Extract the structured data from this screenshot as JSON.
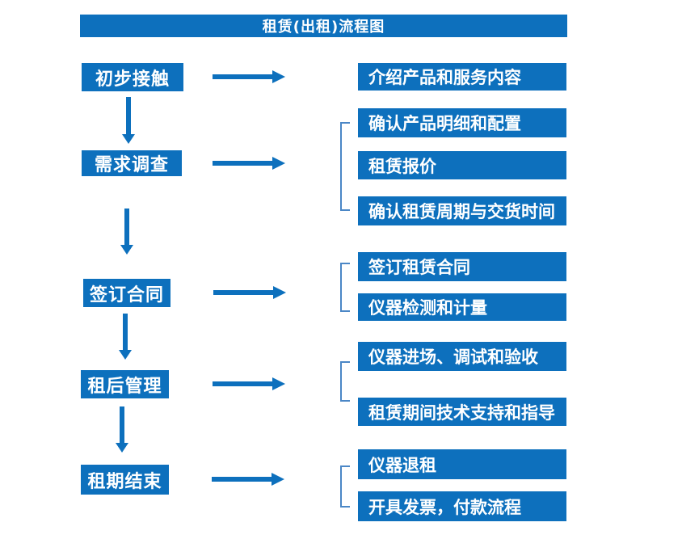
{
  "title": "租赁(出租)流程图",
  "colors": {
    "primary": "#0d70bd",
    "bracket": "#4b87c6",
    "text_on_primary": "#ffffff"
  },
  "steps": [
    {
      "label": "初步接触",
      "outputs": [
        "介绍产品和服务内容"
      ]
    },
    {
      "label": "需求调查",
      "outputs": [
        "确认产品明细和配置",
        "租赁报价",
        "确认租赁周期与交货时间"
      ]
    },
    {
      "label": "签订合同",
      "outputs": [
        "签订租赁合同",
        "仪器检测和计量"
      ]
    },
    {
      "label": "租后管理",
      "outputs": [
        "仪器进场、调试和验收",
        "租赁期间技术支持和指导"
      ]
    },
    {
      "label": "租期结束",
      "outputs": [
        "仪器退租",
        "开具发票，付款流程"
      ]
    }
  ]
}
